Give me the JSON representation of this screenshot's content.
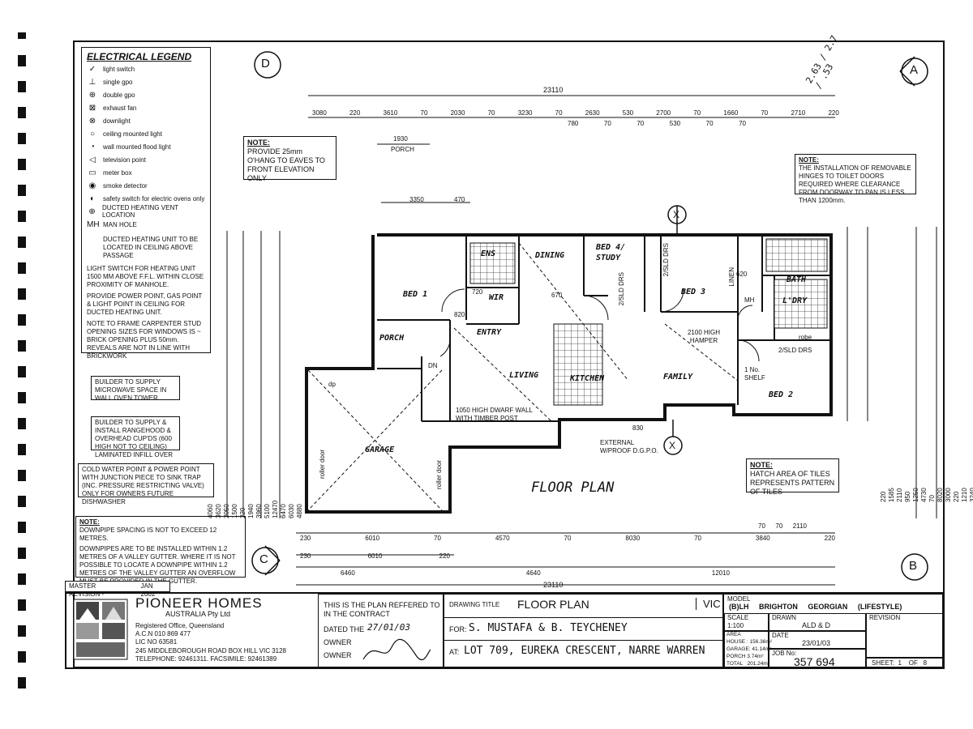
{
  "legend": {
    "title": "ELECTRICAL LEGEND",
    "items": [
      {
        "icon": "light-switch-icon",
        "glyph": "✓",
        "label": "light switch"
      },
      {
        "icon": "single-gpo-icon",
        "glyph": "⊥",
        "label": "single gpo"
      },
      {
        "icon": "double-gpo-icon",
        "glyph": "⊕",
        "label": "double gpo"
      },
      {
        "icon": "exhaust-fan-icon",
        "glyph": "⊠",
        "label": "exhaust fan"
      },
      {
        "icon": "downlight-icon",
        "glyph": "⊗",
        "label": "downlight"
      },
      {
        "icon": "ceiling-light-icon",
        "glyph": "○",
        "label": "ceiling mounted light"
      },
      {
        "icon": "flood-light-icon",
        "glyph": "◔",
        "label": "wall mounted flood light"
      },
      {
        "icon": "tv-point-icon",
        "glyph": "◁",
        "label": "television point"
      },
      {
        "icon": "meter-box-icon",
        "glyph": "▭",
        "label": "meter box"
      },
      {
        "icon": "smoke-detector-icon",
        "glyph": "◉",
        "label": "smoke detector"
      },
      {
        "icon": "safety-switch-icon",
        "glyph": "◐",
        "label": "safety switch for electric ovens only"
      },
      {
        "icon": "heating-vent-icon",
        "glyph": "⊕",
        "label": "DUCTED HEATING VENT LOCATION"
      },
      {
        "icon": "man-hole-icon",
        "glyph": "MH",
        "label": "MAN HOLE"
      }
    ],
    "heating_unit": "DUCTED HEATING UNIT TO BE LOCATED IN CEILING ABOVE PASSAGE",
    "light_switch_note": "LIGHT SWITCH FOR HEATING UNIT 1500 MM ABOVE F.F.L. WITHIN CLOSE PROXIMITY OF MANHOLE.",
    "power_note": "PROVIDE POWER POINT, GAS POINT & LIGHT POINT IN CEILING FOR DUCTED HEATING UNIT.",
    "frame_note": "NOTE TO FRAME CARPENTER STUD OPENING SIZES FOR WINDOWS IS ~ BRICK OPENING PLUS 50mm. REVEALS ARE NOT IN LINE WITH BRICKWORK"
  },
  "notes": {
    "microwave": "BUILDER TO SUPPLY MICROWAVE SPACE IN WALL OVEN TOWER",
    "rangehood": "BUILDER TO SUPPLY & INSTALL RANGEHOOD & OVERHEAD CUP'DS (600 HIGH NOT TO CEILING) LAMINATED INFILL OVER",
    "dishwasher": "COLD WATER POINT & POWER POINT WITH JUNCTION PIECE TO SINK TRAP (INC. PRESSURE RESTRICTING VALVE) ONLY FOR OWNERS FUTURE DISHWASHER",
    "downpipe_title": "NOTE:",
    "downpipe_1": "DOWNPIPE SPACING IS NOT TO EXCEED 12 METRES.",
    "downpipe_2": "DOWNPIPES ARE TO BE INSTALLED WITHIN 1.2 METRES OF A VALLEY GUTTER. WHERE IT IS NOT POSSIBLE TO LOCATE A DOWNPIPE WITHIN 1.2 METRES OF THE VALLEY GUTTER AN OVERFLOW MUST BE PROVIDED IN THE GUTTER.",
    "overhang_title": "NOTE:",
    "overhang": "PROVIDE 25mm O'HANG TO EAVES TO FRONT ELEVATION ONLY",
    "hinges_title": "NOTE:",
    "hinges": "THE INSTALLATION OF REMOVABLE HINGES TO TOILET DOORS REQUIRED WHERE CLEARANCE FROM DOORWAY TO PAN IS LESS THAN 1200mm.",
    "tiles_title": "NOTE:",
    "tiles": "HATCH AREA OF TILES REPRESENTS PATTERN OF TILES",
    "master_revision": "MASTER REVISION -",
    "master_revision_date": "JAN 2002",
    "handwritten": "2.63 / 2.7 / .53"
  },
  "section_markers": {
    "d": "D",
    "a": "A",
    "c": "C",
    "b": "B",
    "x": "X"
  },
  "dimensions": {
    "overall_top": "23110",
    "top_row": [
      "3080",
      "220",
      "3610",
      "70",
      "2030",
      "70",
      "3230",
      "70",
      "2630",
      "530",
      "2700",
      "70",
      "1660",
      "70",
      "2710",
      "220"
    ],
    "top_row2": [
      "780",
      "70",
      "70",
      "530",
      "70",
      "70"
    ],
    "porch_dim": "1930",
    "porch_label": "PORCH",
    "d3350": "3350",
    "d470": "470",
    "left_stack": [
      "4060",
      "3620",
      "2050",
      "1500",
      "220",
      "1940",
      "3960",
      "5100",
      "12470",
      "6470",
      "6030",
      "4880"
    ],
    "right_stack": [
      "220",
      "1585",
      "2110",
      "950",
      "1250",
      "4730",
      "70",
      "8020",
      "3000",
      "220",
      "1210",
      "3240"
    ],
    "bottom_row1": [
      "230",
      "6010",
      "70",
      "4570",
      "70",
      "8030",
      "70",
      "3840",
      "220"
    ],
    "bottom_row1_top": [
      "70",
      "70",
      "2110"
    ],
    "bottom_row2": [
      "230",
      "6010",
      "220"
    ],
    "bottom_row3": [
      "6460",
      "4640",
      "12010"
    ],
    "overall_bottom": "23110"
  },
  "rooms": {
    "bed1": "BED 1",
    "ens": "ENS",
    "wir": "WIR",
    "dining": "DINING",
    "bed4": "BED 4/",
    "study": "STUDY",
    "bed3": "BED 3",
    "bath": "BATH",
    "ldry": "L'DRY",
    "porch": "PORCH",
    "entry": "ENTRY",
    "living": "LIVING",
    "kitchen": "KITCHEN",
    "family": "FAMILY",
    "bed2": "BED 2",
    "garage": "GARAGE",
    "title": "FLOOR PLAN"
  },
  "labels": {
    "hamper": "2100 HIGH HAMPER",
    "shelf": "1 No. SHELF",
    "wall_post": "1050 HIGH DWARF WALL WITH TIMBER POST",
    "gpo": "EXTERNAL W/PROOF D.G.P.O.",
    "roller": "roller door",
    "robe": "robe",
    "sld": "2/SLD DRS",
    "linen": "LINEN",
    "mh": "MH",
    "dn": "DN",
    "dp": "dp",
    "d820": "820",
    "d720": "720",
    "d620": "620",
    "d670": "670",
    "d830": "830"
  },
  "title_block": {
    "company": "PIONEER HOMES",
    "company2": "AUSTRALIA Pty Ltd",
    "office": "Registered Office, Queensland",
    "acn": "A.C.N 010 869 477",
    "lic": "LIC NO 63581",
    "address": "245 MIDDLEBOROUGH ROAD BOX HILL VIC 3128",
    "phone": "TELEPHONE: 92461311.  FACSIMILE: 92461389",
    "contract": "THIS IS THE PLAN REFFERED TO IN THE CONTRACT",
    "dated": "DATED THE",
    "dated_value": "27/01/03",
    "owner": "OWNER",
    "drawing_title_label": "DRAWING TITLE",
    "drawing_title": "FLOOR PLAN",
    "state": "VIC",
    "for_label": "FOR:",
    "for_value": "S. MUSTAFA & B. TEYCHENEY",
    "at_label": "AT:",
    "at_value": "LOT 709, EUREKA CRESCENT, NARRE WARREN",
    "model_label": "MODEL",
    "model_value": "(B)LH     BRIGHTON     GEORGIAN     (LIFESTYLE)",
    "scale_label": "SCALE",
    "scale_value": "1:100",
    "drawn_label": "DRAWN",
    "drawn_value": "ALD & D",
    "revision_label": "REVISION",
    "area_label": "AREA",
    "area_house": "HOUSE : 156.36m²",
    "area_garage": "GARAGE: 41.14m²",
    "area_porch": "PORCH 3.74m²",
    "area_total": "TOTAL   201.24m²",
    "date_label": "DATE",
    "date_value": "23/01/03",
    "job_label": "JOB No:",
    "job_value": "357 694",
    "sheet": "SHEET:  1    OF   8"
  }
}
